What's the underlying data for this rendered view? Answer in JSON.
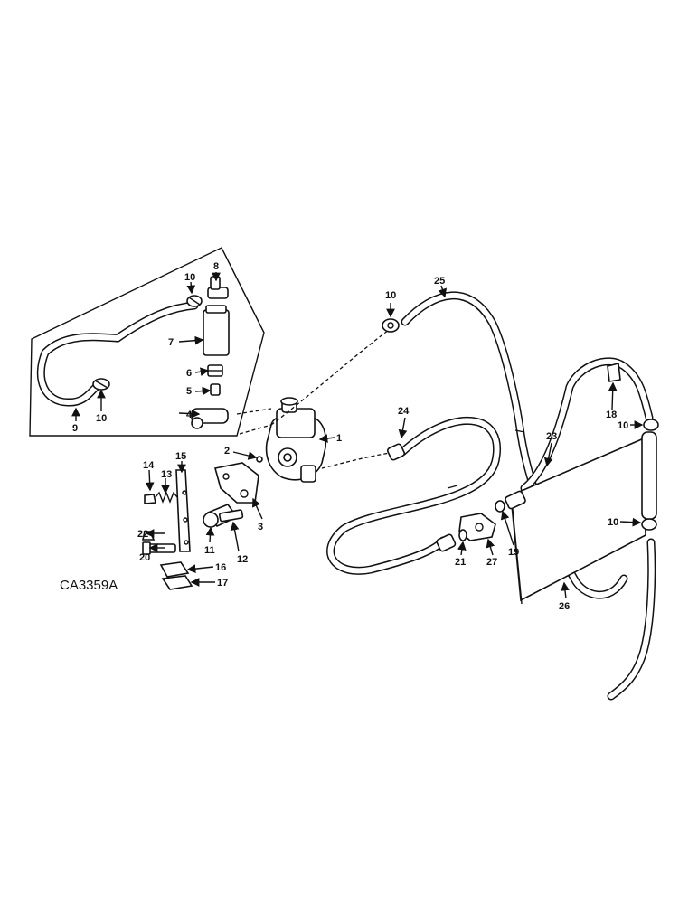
{
  "diagram": {
    "reference_code": "CA3359A",
    "callouts": {
      "c1": "1",
      "c2": "2",
      "c3": "3",
      "c4": "4",
      "c5": "5",
      "c6": "6",
      "c7": "7",
      "c8": "8",
      "c9": "9",
      "c10": "10",
      "c11": "11",
      "c12": "12",
      "c13": "13",
      "c14": "14",
      "c15": "15",
      "c16": "16",
      "c17": "17",
      "c18": "18",
      "c19": "19",
      "c20": "20",
      "c21": "21",
      "c22": "22",
      "c23": "23",
      "c24": "24",
      "c25": "25",
      "c26": "26",
      "c27": "27"
    }
  }
}
